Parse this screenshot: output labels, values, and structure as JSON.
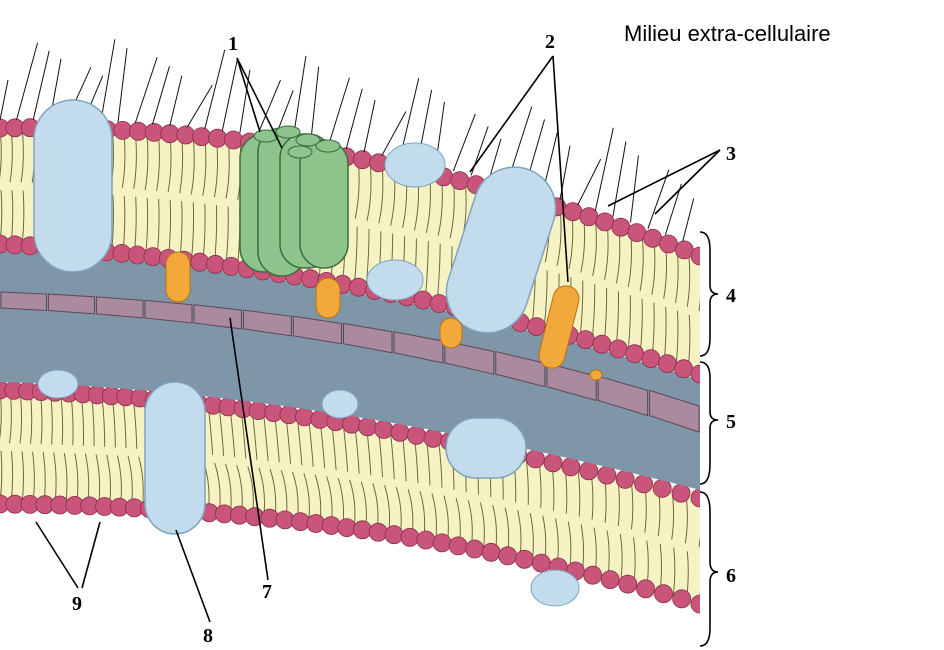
{
  "title": "Milieu extra-cellulaire",
  "labels": {
    "l1": "1",
    "l2": "2",
    "l3": "3",
    "l4": "4",
    "l5": "5",
    "l6": "6",
    "l7": "7",
    "l8": "8",
    "l9": "9"
  },
  "colors": {
    "head": "#c9557a",
    "bilayer": "#f7f2c4",
    "space": "#7f95a8",
    "protein_blue": "#c2dced",
    "protein_green": "#8cc48c",
    "anchor_orange": "#f2a83a",
    "lamina": "#a98a9e"
  }
}
